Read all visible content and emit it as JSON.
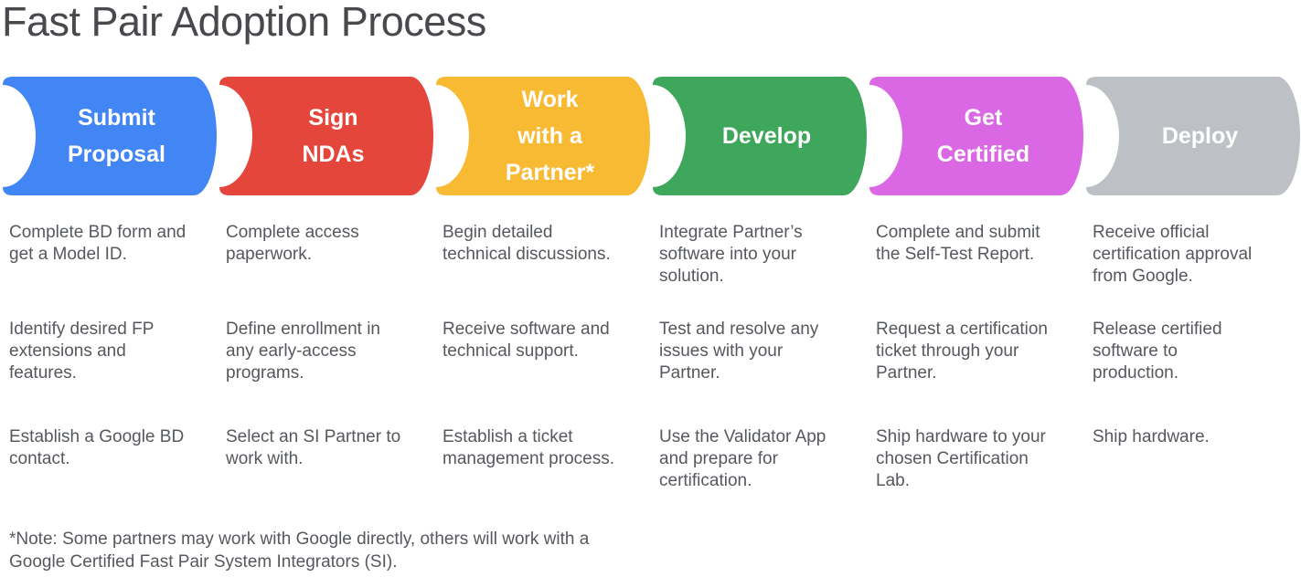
{
  "title": "Fast Pair Adoption Process",
  "note": "*Note: Some partners may work with Google directly, others will work with a\nGoogle Certified Fast Pair System Integrators (SI).",
  "steps": [
    {
      "label": "Submit\nProposal",
      "color": "#4285F4",
      "items": [
        "Complete BD form and\nget a Model ID.",
        "Identify desired FP\nextensions and\nfeatures.",
        "Establish a Google BD\ncontact."
      ]
    },
    {
      "label": "Sign\nNDAs",
      "color": "#E5463C",
      "items": [
        "Complete access\npaperwork.",
        "Define enrollment in\nany early-access\nprograms.",
        "Select an SI Partner to\nwork with."
      ]
    },
    {
      "label": "Work\nwith a\nPartner*",
      "color": "#F8BA32",
      "items": [
        "Begin detailed\ntechnical discussions.",
        "Receive software and\ntechnical support.",
        "Establish a ticket\nmanagement process."
      ]
    },
    {
      "label": "Develop",
      "color": "#3EA75B",
      "items": [
        "Integrate Partner’s\nsoftware into your\nsolution.",
        "Test and resolve any\nissues with your\nPartner.",
        "Use the Validator App\nand prepare for\ncertification."
      ]
    },
    {
      "label": "Get\nCertified",
      "color": "#DA68E5",
      "items": [
        "Complete and submit\nthe Self-Test Report.",
        "Request a certification\nticket through your\nPartner.",
        "Ship hardware to your\nchosen Certification\nLab."
      ]
    },
    {
      "label": "Deploy",
      "color": "#BDC1C6",
      "items": [
        "Receive official\ncertification approval\nfrom Google.",
        "Release certified\nsoftware to\nproduction.",
        "Ship hardware."
      ]
    }
  ]
}
